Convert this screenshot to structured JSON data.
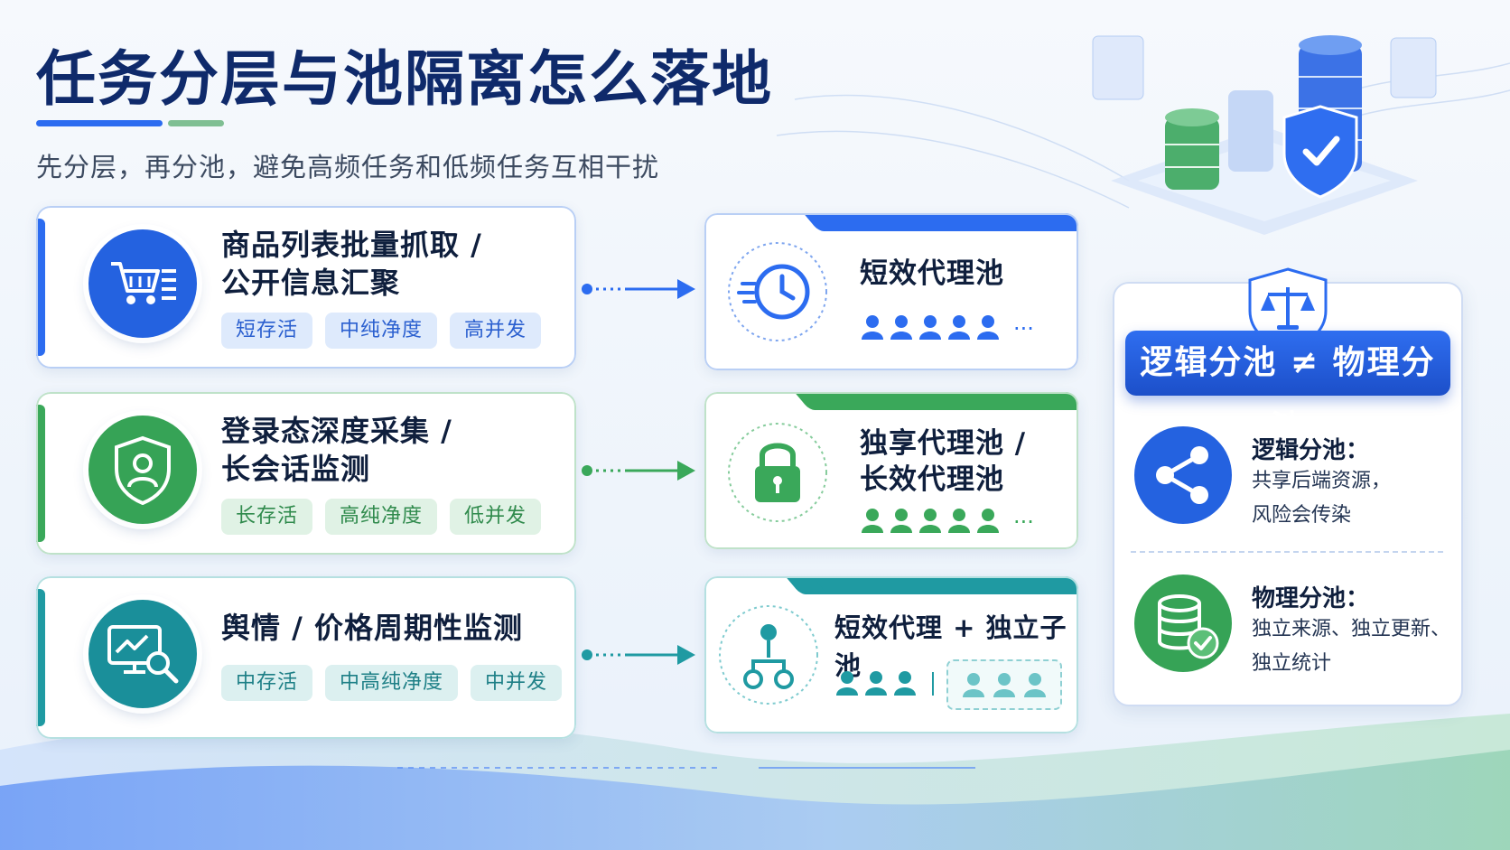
{
  "header": {
    "title": "任务分层与池隔离怎么落地",
    "subtitle": "先分层，再分池，避免高频任务和低频任务互相干扰"
  },
  "colors": {
    "blue": "#2c6cf0",
    "green": "#3aa85a",
    "teal": "#1f9aa2",
    "navy": "#0f2a6b"
  },
  "tasks": [
    {
      "title_line1": "商品列表批量抓取 /",
      "title_line2": "公开信息汇聚",
      "tags": [
        "短存活",
        "中纯净度",
        "高并发"
      ],
      "icon": "shopping-cart-icon"
    },
    {
      "title_line1": "登录态深度采集 /",
      "title_line2": "长会话监测",
      "tags": [
        "长存活",
        "高纯净度",
        "低并发"
      ],
      "icon": "shield-user-icon"
    },
    {
      "title_line1": "舆情 / 价格周期性监测",
      "tags": [
        "中存活",
        "中高纯净度",
        "中并发"
      ],
      "icon": "monitor-chart-icon"
    }
  ],
  "pools": [
    {
      "title_line1": "短效代理池",
      "ellipsis": "···",
      "icon": "clock-fast-icon"
    },
    {
      "title_line1": "独享代理池 /",
      "title_line2": "长效代理池",
      "ellipsis": "···",
      "icon": "padlock-icon"
    },
    {
      "title_line1": "短效代理 + 独立子池",
      "icon": "branch-network-icon"
    }
  ],
  "side": {
    "banner": "逻辑分池 ≠ 物理分池",
    "logical": {
      "title": "逻辑分池：",
      "line1": "共享后端资源，",
      "line2": "风险会传染",
      "icon": "share-icon"
    },
    "physical": {
      "title": "物理分池：",
      "line1": "独立来源、独立更新、",
      "line2": "独立统计",
      "icon": "database-check-icon"
    }
  }
}
